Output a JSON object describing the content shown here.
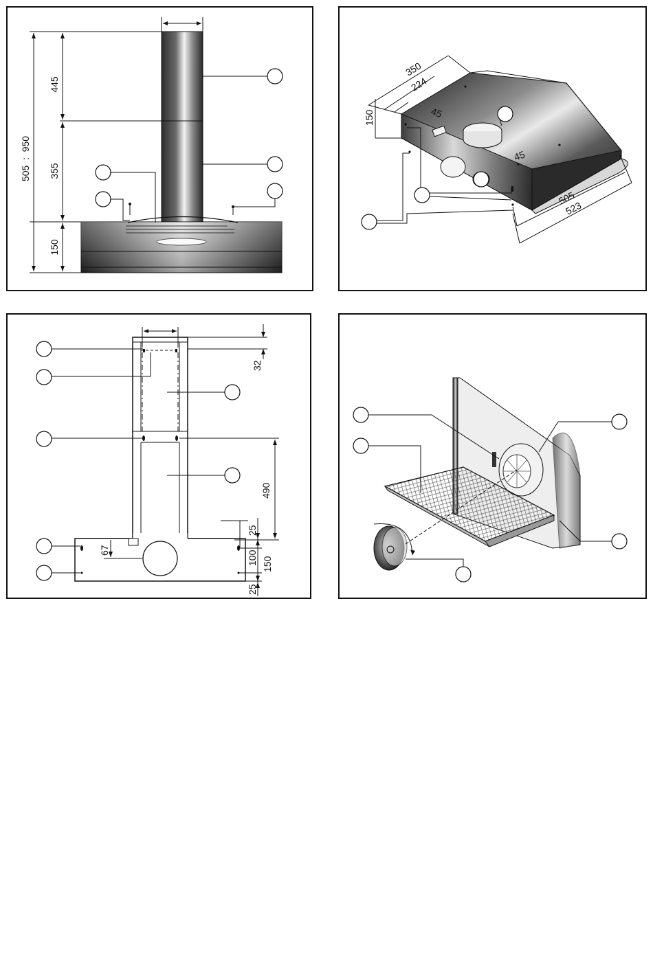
{
  "panel1": {
    "dims": {
      "d445": "445",
      "d355": "355",
      "d150": "150",
      "d_range": "505  :  950"
    }
  },
  "panel2": {
    "dims": {
      "d350": "350",
      "d224": "224",
      "d45a": "45",
      "d150": "150",
      "d45b": "45",
      "d505": "505",
      "d523": "523"
    }
  },
  "panel3": {
    "dims": {
      "d32": "32",
      "d490": "490",
      "d25a": "25",
      "d67": "67",
      "d100": "100",
      "d150": "150",
      "d25b": "25"
    }
  },
  "colors": {
    "line": "#111111",
    "steel_dark": "#2a2a2a",
    "steel_light": "#e8e8e8"
  }
}
